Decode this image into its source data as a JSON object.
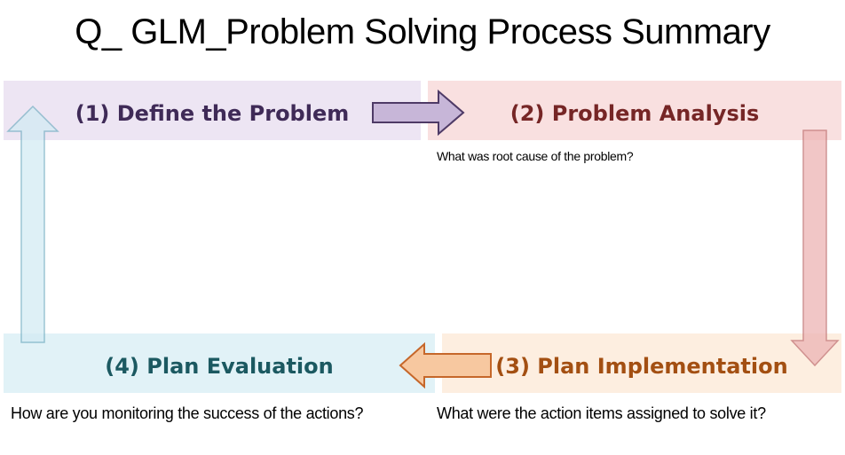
{
  "title": "Q_ GLM_Problem Solving Process Summary",
  "steps": [
    {
      "label": "(1) Define the Problem",
      "prompt": "",
      "box_color": "#ede5f3",
      "text_color": "#3f2a57"
    },
    {
      "label": "(2) Problem Analysis",
      "prompt": "What was root cause of the problem?",
      "box_color": "#f9e0e0",
      "text_color": "#762626"
    },
    {
      "label": "(3) Plan Implementation",
      "prompt": "What were the action items assigned to solve it?",
      "box_color": "#fdeee0",
      "text_color": "#a34f12"
    },
    {
      "label": "(4) Plan Evaluation",
      "prompt": "How are you monitoring the success of the actions?",
      "box_color": "#e1f2f7",
      "text_color": "#1b5961"
    }
  ],
  "arrow_colors": {
    "right": {
      "fill": "#c7b6d8",
      "stroke": "#4e3a66"
    },
    "down": {
      "fill": "#eeb8b8",
      "stroke": "#c57b7b"
    },
    "left": {
      "fill": "#f7c8a0",
      "stroke": "#c6672a"
    },
    "up": {
      "fill": "#d3ebf3",
      "stroke": "#7ab2c5"
    }
  }
}
